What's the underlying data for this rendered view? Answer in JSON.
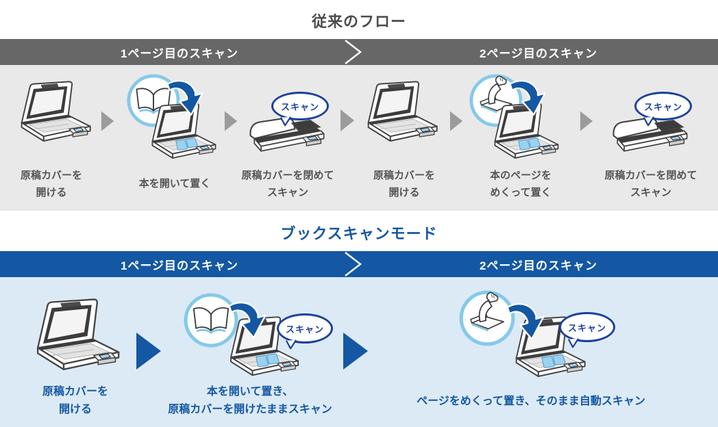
{
  "colors": {
    "traditional_header_bg": "#676767",
    "traditional_band_bg": "#e9e9e9",
    "traditional_text": "#555555",
    "bookscan_accent": "#1457a3",
    "bookscan_band_bg": "#dceaf6",
    "bubble_border": "#1c419e",
    "badge_ring": "#85c9ea",
    "book_page_fill": "#9ad2f0",
    "step_arrow_gray": "#9b9b9b"
  },
  "traditional": {
    "title": "従来のフロー",
    "header": {
      "page1": "1ページ目のスキャン",
      "page2": "2ページ目のスキャン"
    },
    "steps": [
      {
        "caption": "原稿カバーを\n開ける"
      },
      {
        "caption": "本を開いて置く"
      },
      {
        "caption": "原稿カバーを閉めて\nスキャン",
        "bubble": "スキャン"
      },
      {
        "caption": "原稿カバーを\n開ける"
      },
      {
        "caption": "本のページを\nめくって置く"
      },
      {
        "caption": "原稿カバーを閉めて\nスキャン",
        "bubble": "スキャン"
      }
    ]
  },
  "bookscan": {
    "title": "ブックスキャンモード",
    "header": {
      "page1": "1ページ目のスキャン",
      "page2": "2ページ目のスキャン"
    },
    "steps": [
      {
        "caption": "原稿カバーを\n開ける"
      },
      {
        "caption": "本を開いて置き、\n原稿カバーを開けたままスキャン",
        "bubble": "スキャン"
      },
      {
        "caption": "ページをめくって置き、そのまま自動スキャン",
        "bubble": "スキャン"
      }
    ]
  }
}
